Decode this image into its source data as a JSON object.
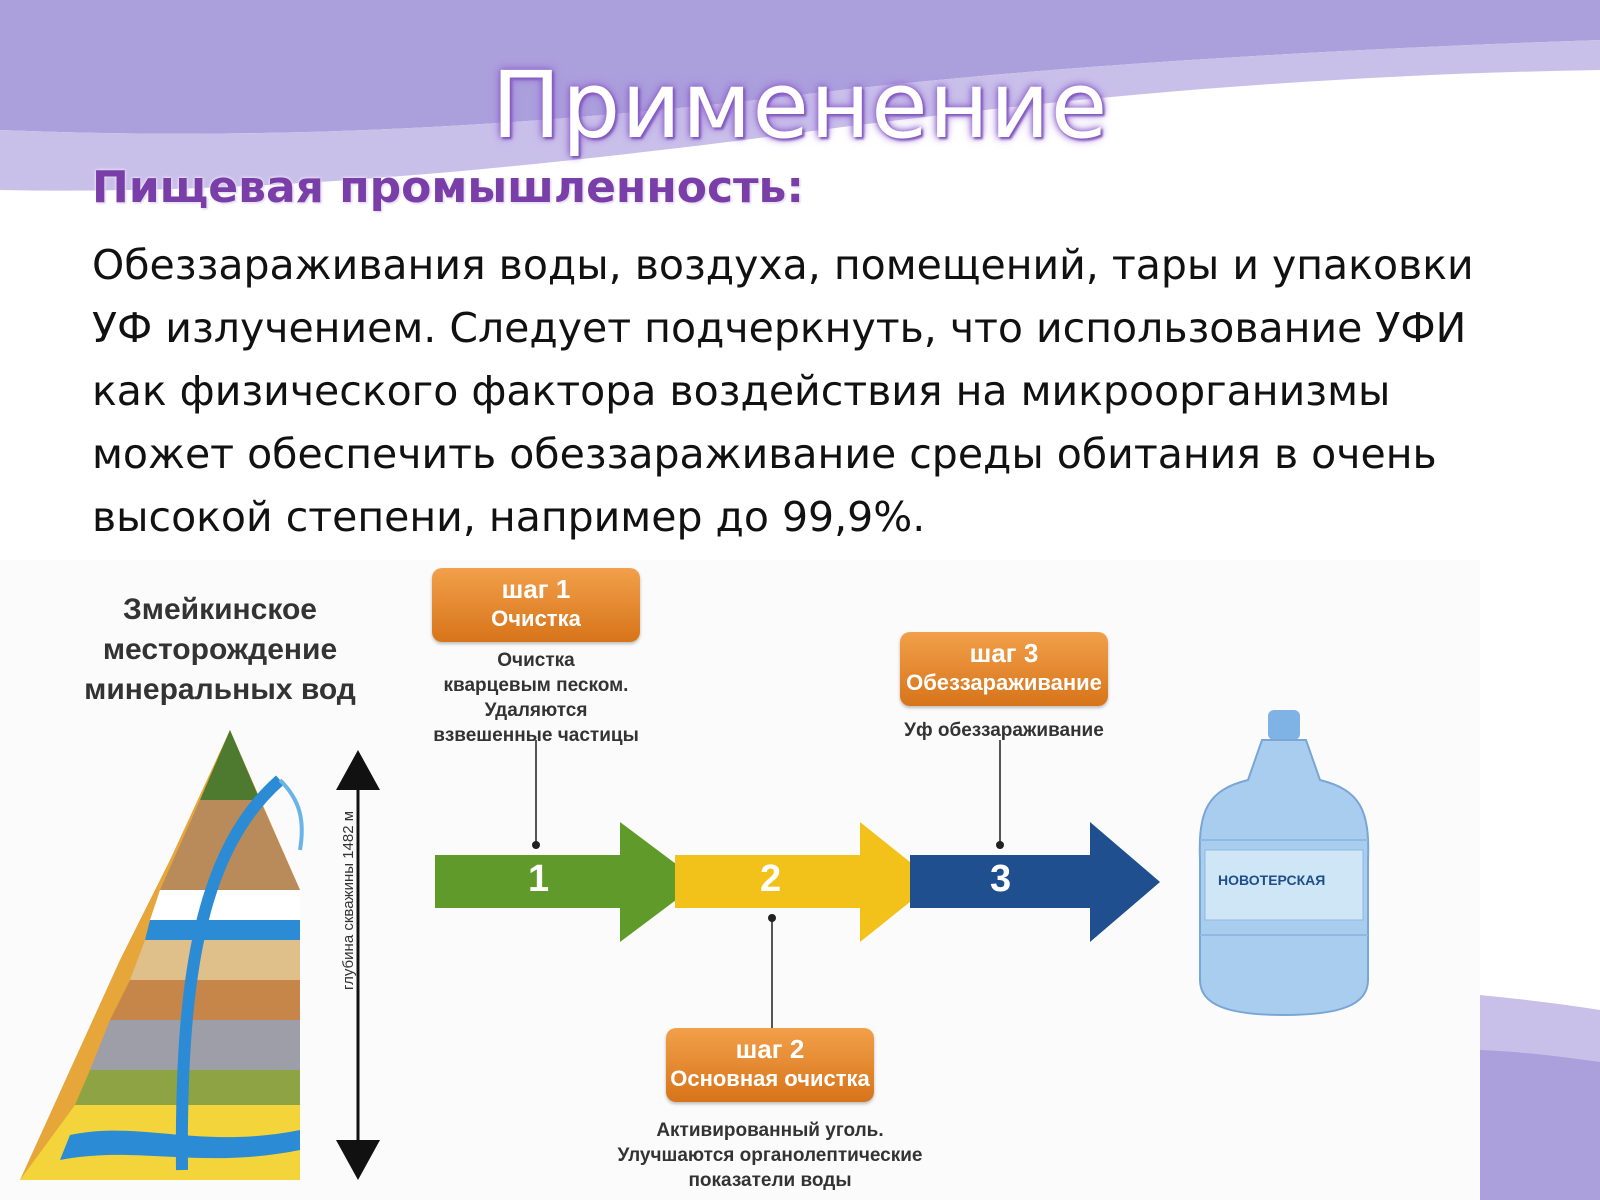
{
  "slide": {
    "title": "Применение",
    "subtitle": "Пищевая промышленность:",
    "body_lines": [
      "Обеззараживания воды, воздуха, помещений, тары и упаковки",
      "УФ излучением. Следует подчеркнуть, что использование УФИ",
      "как физического фактора воздействия на микроорганизмы",
      "может обеспечить обеззараживание среды обитания в очень",
      "высокой степени, например до 99,9%."
    ]
  },
  "diagram": {
    "deposit_title_lines": [
      "Змейкинское",
      "месторождение",
      "минеральных вод"
    ],
    "depth_label": "глубина скважины   1482 м",
    "steps": [
      {
        "num": "шаг 1",
        "name": "Очистка",
        "desc_lines": [
          "Очистка",
          "кварцевым песком.",
          "Удаляются",
          "взвешенные частицы"
        ],
        "arrow": "1"
      },
      {
        "num": "шаг 2",
        "name": "Основная очистка",
        "desc_lines": [
          "Активированный уголь.",
          "Улучшаются органолептические",
          "показатели воды"
        ],
        "arrow": "2"
      },
      {
        "num": "шаг 3",
        "name": "Обеззараживание",
        "desc_lines": [
          "Уф обеззараживание"
        ],
        "arrow": "3"
      }
    ],
    "bottle_label": "НОВОТЕРСКАЯ",
    "colors": {
      "step_box": "#e08a2e",
      "arrow1": "#5f9a2a",
      "arrow2": "#f2c21a",
      "arrow3": "#1f4f8f",
      "accent_purple": "#7a3ea8",
      "band_purple": "#b1a2de"
    }
  }
}
